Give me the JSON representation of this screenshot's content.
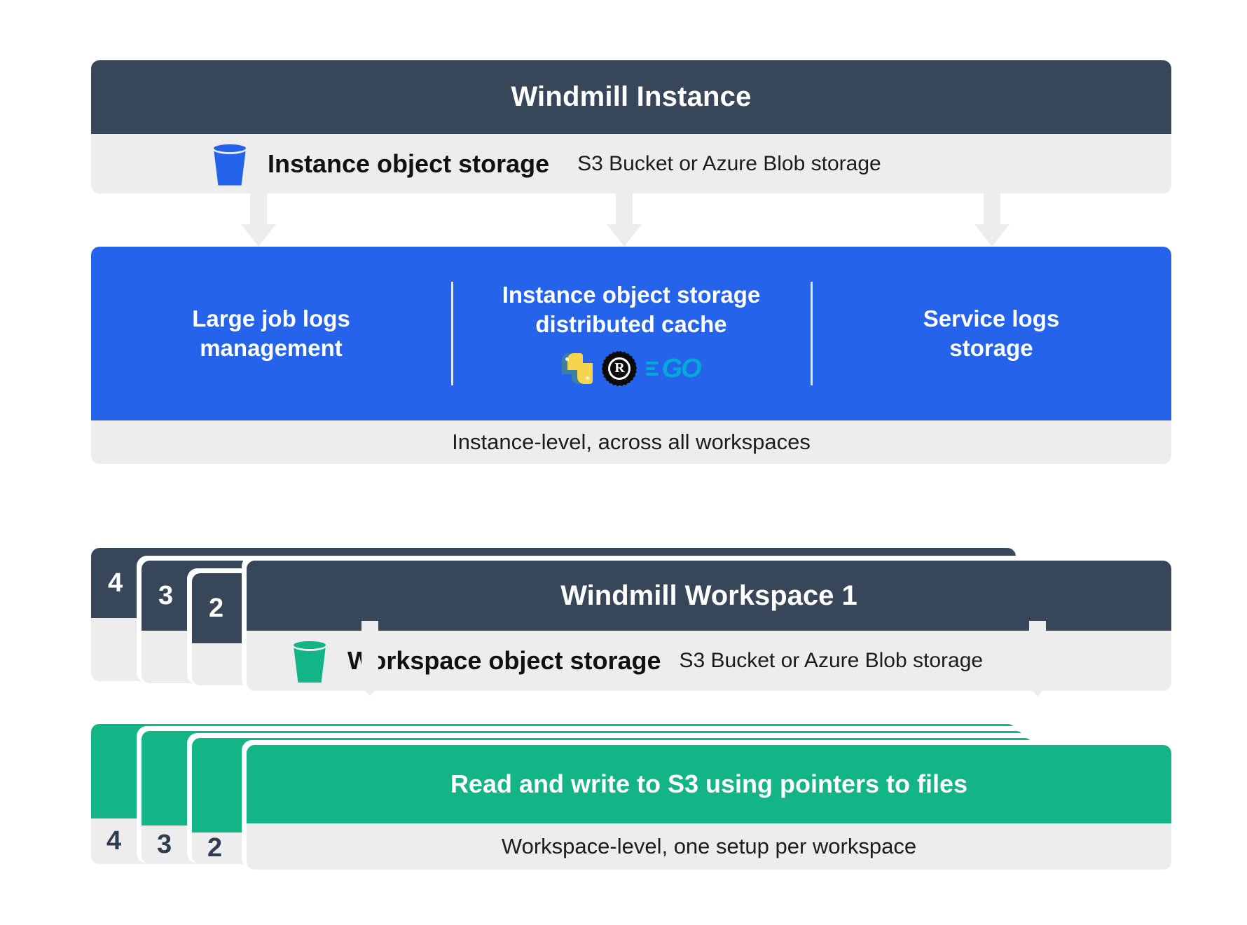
{
  "instance": {
    "title": "Windmill Instance",
    "storage_row": {
      "icon": "bucket-icon-blue",
      "label": "Instance object storage",
      "sublabel": "S3 Bucket or Azure Blob storage"
    },
    "features": [
      {
        "label": "Large job logs\nmanagement"
      },
      {
        "label": "Instance object storage\ndistributed cache"
      },
      {
        "label": "Service logs\nstorage"
      }
    ],
    "feature_labels": {
      "large_job_logs": "Large job logs management",
      "distributed_cache": "Instance object storage distributed cache",
      "service_logs": "Service logs storage"
    },
    "languages": [
      {
        "name": "python-logo",
        "text": ""
      },
      {
        "name": "rust-logo",
        "text": "R"
      },
      {
        "name": "go-logo",
        "text": "GO"
      }
    ],
    "footer": "Instance-level, across all workspaces"
  },
  "workspace": {
    "stack_numbers": [
      "4",
      "3",
      "2"
    ],
    "title": "Windmill Workspace 1",
    "storage_row": {
      "icon": "bucket-icon-green",
      "label": "Workspace object storage",
      "sublabel": "S3 Bucket or Azure Blob storage"
    }
  },
  "workspace_action": {
    "stack_numbers": [
      "4",
      "3",
      "2"
    ],
    "title": "Read and write to S3 using pointers to files",
    "footer": "Workspace-level, one setup per workspace"
  },
  "colors": {
    "dark": "#374659",
    "blue": "#2563eb",
    "green": "#13b486",
    "light": "#ededed",
    "white": "#ffffff",
    "python_blue": "#3c7fa0",
    "python_yellow": "#f6d44c",
    "rust_black": "#0b0b0b",
    "go_cyan": "#00acd7"
  }
}
